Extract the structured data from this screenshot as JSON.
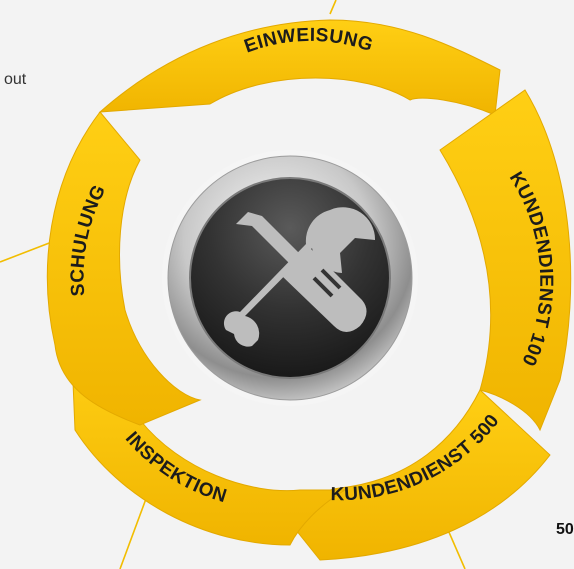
{
  "diagram": {
    "segments": [
      {
        "id": "einweisung",
        "label": "EINWEISUNG"
      },
      {
        "id": "kundendienst-100",
        "label": "KUNDENDIENST 100"
      },
      {
        "id": "kundendienst-500",
        "label": "KUNDENDIENST 500"
      },
      {
        "id": "inspektion",
        "label": "INSPEKTION"
      },
      {
        "id": "schulung",
        "label": "SCHULUNG"
      }
    ],
    "center_icon": "wrench-screwdriver-icon",
    "colors": {
      "ring": "#f6c100",
      "ring_edge": "#e1a800",
      "background": "#f3f3f3",
      "hub_dark": "#2a2a2a",
      "hub_silver": "#c9c9c9",
      "text": "#1c1c1c"
    }
  },
  "side_text": "out",
  "corner_number": "50"
}
